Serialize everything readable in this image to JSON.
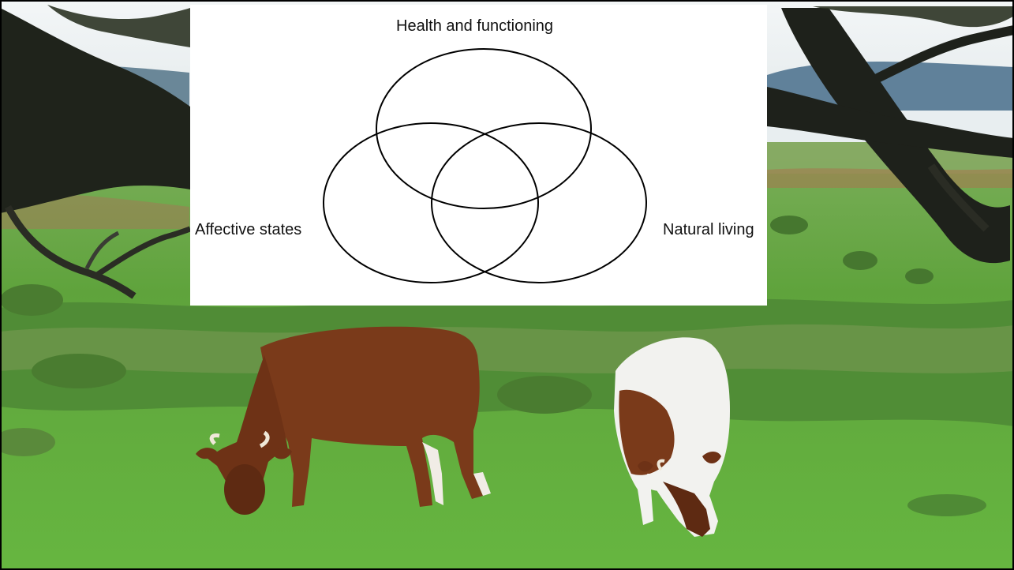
{
  "diagram": {
    "type": "venn",
    "sets": [
      {
        "id": "health",
        "label": "Health and functioning"
      },
      {
        "id": "affective",
        "label": "Affective states"
      },
      {
        "id": "natural",
        "label": "Natural living"
      }
    ],
    "panel_color": "#ffffff",
    "stroke_color": "#000000"
  },
  "background": {
    "description": "",
    "colors": {
      "sky": "#e9eef0",
      "hills": "#5f7f93",
      "grass": "#62b13f",
      "dark_grass": "#3f7a2a",
      "tree": "#22261e",
      "brown_cow": "#7a3a1a",
      "white_cow": "#f2f2ef"
    }
  }
}
